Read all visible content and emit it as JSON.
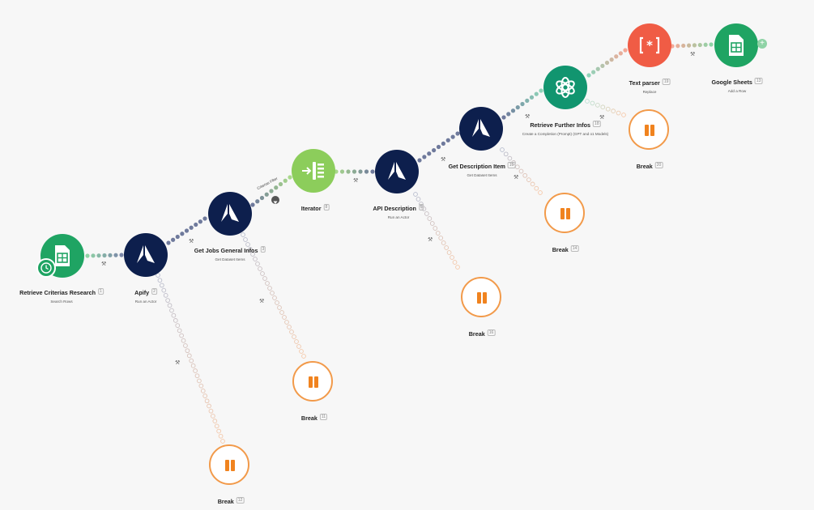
{
  "modules": [
    {
      "key": "retrieve",
      "title": "Retrieve Criterias Research",
      "id": "1",
      "subtitle": "Search Rows",
      "icon": "google-sheets-icon"
    },
    {
      "key": "apify",
      "title": "Apify",
      "id": "2",
      "subtitle": "Run an Actor",
      "icon": "apify-icon"
    },
    {
      "key": "getjobs",
      "title": "Get Jobs General Infos",
      "id": "3",
      "subtitle": "Get Dataset Items",
      "icon": "apify-icon"
    },
    {
      "key": "iterator",
      "title": "Iterator",
      "id": "8",
      "subtitle": "",
      "icon": "iterator-icon"
    },
    {
      "key": "apidesc",
      "title": "API Description",
      "id": "9",
      "subtitle": "Run an Actor",
      "icon": "apify-icon"
    },
    {
      "key": "getdesc",
      "title": "Get Description Item",
      "id": "10",
      "subtitle": "Get Dataset Items",
      "icon": "apify-icon"
    },
    {
      "key": "retrievefurther",
      "title": "Retrieve Further Infos",
      "id": "18",
      "subtitle": "Create a Completion (Prompt) (GPT and o1 Models)",
      "icon": "openai-icon"
    },
    {
      "key": "textparser",
      "title": "Text parser",
      "id": "19",
      "subtitle": "Replace",
      "icon": "text-parser-icon"
    },
    {
      "key": "gsheets",
      "title": "Google Sheets",
      "id": "13",
      "subtitle": "Add a Row",
      "icon": "google-sheets-icon"
    },
    {
      "key": "break1",
      "title": "Break",
      "id": "20",
      "subtitle": "",
      "icon": "pause-icon"
    },
    {
      "key": "break2",
      "title": "Break",
      "id": "14",
      "subtitle": "",
      "icon": "pause-icon"
    },
    {
      "key": "break3",
      "title": "Break",
      "id": "16",
      "subtitle": "",
      "icon": "pause-icon"
    },
    {
      "key": "break4",
      "title": "Break",
      "id": "11",
      "subtitle": "",
      "icon": "pause-icon"
    },
    {
      "key": "break5",
      "title": "Break",
      "id": "12",
      "subtitle": "",
      "icon": "pause-icon"
    }
  ],
  "filter": {
    "label": "Criterias Filter"
  },
  "colors": {
    "apify": "#0d1f4d",
    "sheets": "#1fa463",
    "iterator": "#8ccd5b",
    "openai": "#11956f",
    "parser": "#f05c45",
    "break": "#f0831f",
    "background": "#f7f7f7"
  }
}
